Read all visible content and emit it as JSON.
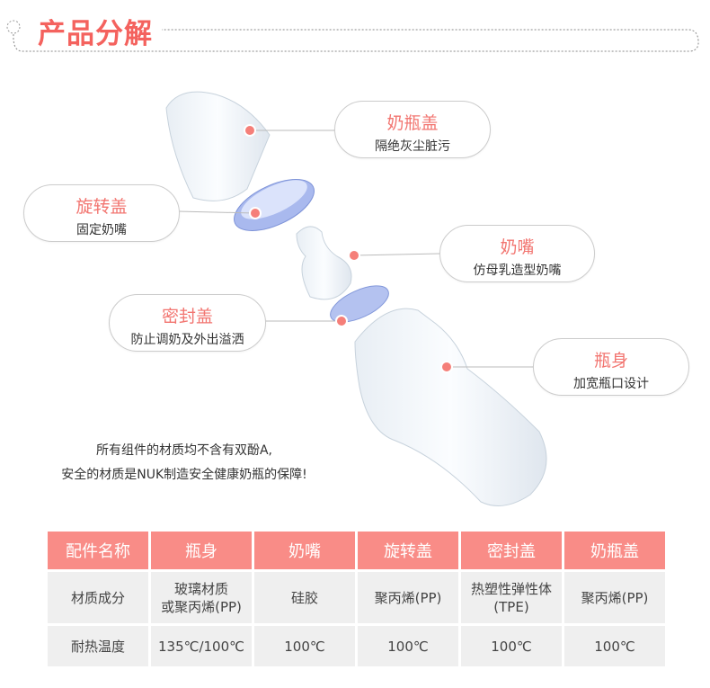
{
  "title": "产品分解",
  "callouts": [
    {
      "heading": "奶瓶盖",
      "desc": "隔绝灰尘脏污"
    },
    {
      "heading": "旋转盖",
      "desc": "固定奶嘴"
    },
    {
      "heading": "奶嘴",
      "desc": "仿母乳造型奶嘴"
    },
    {
      "heading": "密封盖",
      "desc": "防止调奶及外出溢洒"
    },
    {
      "heading": "瓶身",
      "desc": "加宽瓶口设计"
    }
  ],
  "note": [
    "所有组件的材质均不含有双酚A,",
    "安全的材质是NUK制造安全健康奶瓶的保障!"
  ],
  "colors": {
    "accent": "#f4625e",
    "table_header": "#f98c87",
    "cell": "#efefef"
  },
  "table": {
    "header": [
      "配件名称",
      "瓶身",
      "奶嘴",
      "旋转盖",
      "密封盖",
      "奶瓶盖"
    ],
    "rows": [
      [
        "材质成分",
        "玻璃材质\n或聚丙烯(PP)",
        "硅胶",
        "聚丙烯(PP)",
        "热塑性弹性体\n(TPE)",
        "聚丙烯(PP)"
      ],
      [
        "耐热温度",
        "135℃/100℃",
        "100℃",
        "100℃",
        "100℃",
        "100℃"
      ]
    ]
  }
}
